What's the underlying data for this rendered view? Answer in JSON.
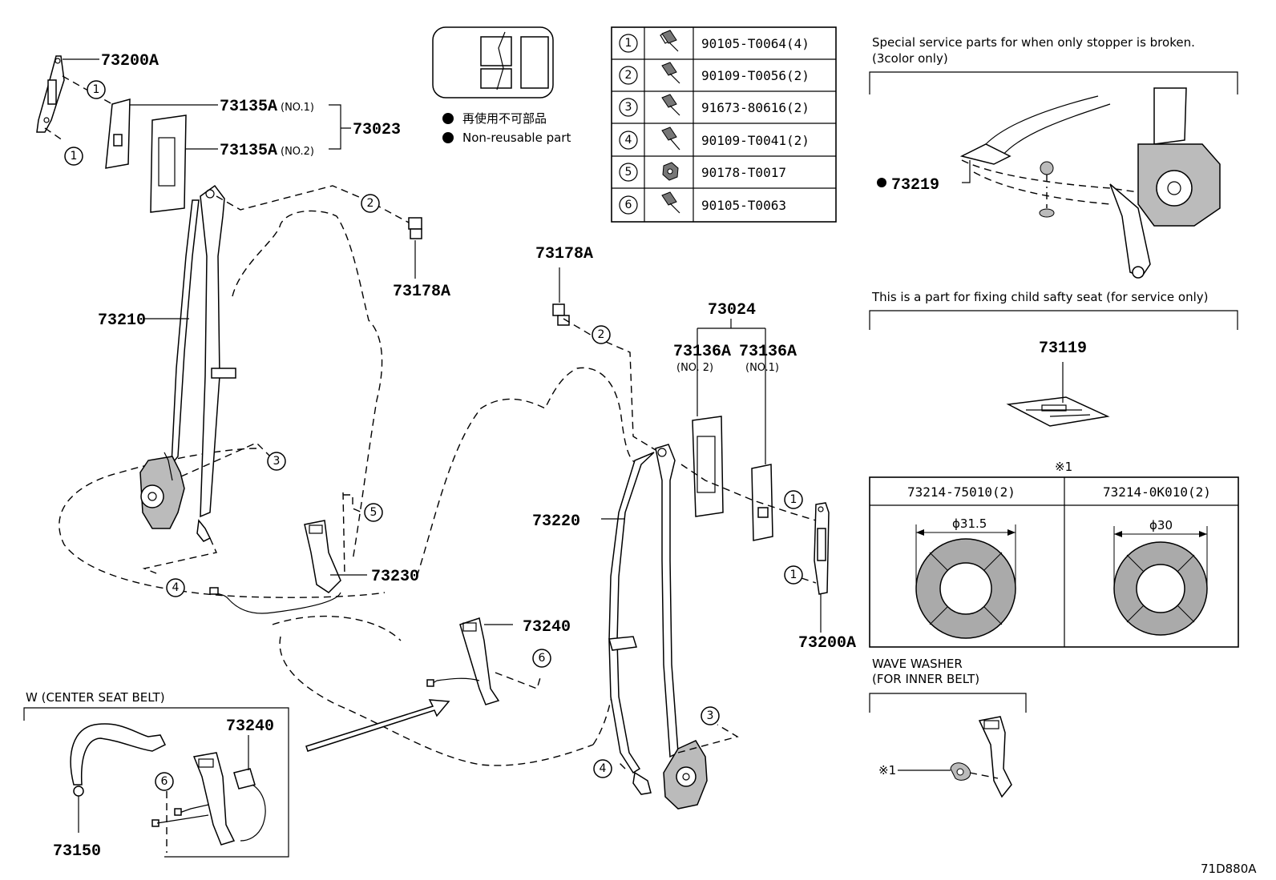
{
  "labels": {
    "l73200A_top": "73200A",
    "l73135A_1": "73135A",
    "l73135A_1_sub": "(NO.1)",
    "l73135A_2": "73135A",
    "l73135A_2_sub": "(NO.2)",
    "l73023": "73023",
    "l73178A_left": "73178A",
    "l73210": "73210",
    "l73230": "73230",
    "l73178A_mid": "73178A",
    "l73024": "73024",
    "l73136A_2": "73136A",
    "l73136A_2_sub": "(NO. 2)",
    "l73136A_1": "73136A",
    "l73136A_1_sub": "(NO.1)",
    "l73220": "73220",
    "l73200A_right": "73200A",
    "l73240_mid": "73240",
    "l73240_w": "73240",
    "l73150": "73150",
    "l73219": "73219",
    "l73119": "73119"
  },
  "legend": {
    "jp": "再使用不可部品",
    "en": "Non-reusable part"
  },
  "fastener_table": [
    {
      "no": "1",
      "part": "90105-T0064(4)"
    },
    {
      "no": "2",
      "part": "90109-T0056(2)"
    },
    {
      "no": "3",
      "part": "91673-80616(2)"
    },
    {
      "no": "4",
      "part": "90109-T0041(2)"
    },
    {
      "no": "5",
      "part": "90178-T0017"
    },
    {
      "no": "6",
      "part": "90105-T0063"
    }
  ],
  "callouts": {
    "c1a": "1",
    "c1b": "1",
    "c2a": "2",
    "c3a": "3",
    "c4a": "4",
    "c5a": "5",
    "c2b": "2",
    "c1c": "1",
    "c1d": "1",
    "c6a": "6",
    "c3b": "3",
    "c4b": "4",
    "c6b": "6"
  },
  "notes": {
    "special_1": "Special service parts for when only stopper is broken.",
    "special_2": "(3color only)",
    "child_seat": "This is a part for fixing child safty seat (for service only)",
    "center_belt": "W (CENTER SEAT BELT)",
    "wave_1": "WAVE WASHER",
    "wave_2": "(FOR INNER BELT)",
    "asterisk_top": "※1",
    "asterisk_wave": "※1"
  },
  "washer_table": {
    "col1_part": "73214-75010(2)",
    "col1_dim": "ϕ31.5",
    "col2_part": "73214-0K010(2)",
    "col2_dim": "ϕ30"
  },
  "diagram_code": "71D880A"
}
